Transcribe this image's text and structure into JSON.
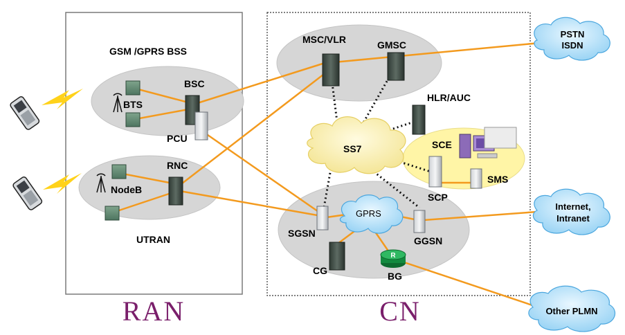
{
  "colors": {
    "link": "#f39a1e",
    "ellipse": "#d6d6d6",
    "cloud_blue": "#9ed7f6",
    "cloud_yellow": "#fff1a8",
    "scp_zone": "#fff5a6",
    "big_label": "#7a1f6b"
  },
  "regions": {
    "ran": "RAN",
    "cn": "CN"
  },
  "labels": {
    "bss": "GSM /GPRS  BSS",
    "bsc": "BSC",
    "bts": "BTS",
    "pcu": "PCU",
    "rnc": "RNC",
    "nodeb": "NodeB",
    "utran": "UTRAN",
    "msc_vlr": "MSC/VLR",
    "gmsc": "GMSC",
    "hlr_auc": "HLR/AUC",
    "ss7": "SS7",
    "sce": "SCE",
    "sms": "SMS",
    "scp": "SCP",
    "gprs": "GPRS",
    "sgsn": "SGSN",
    "ggsn": "GGSN",
    "cg": "CG",
    "bg": "BG",
    "bg_icon": "R"
  },
  "external": {
    "pstn_line1": "PSTN",
    "pstn_line2": "ISDN",
    "internet_line1": "Internet,",
    "internet_line2": "Intranet",
    "other_plmn": "Other PLMN"
  }
}
